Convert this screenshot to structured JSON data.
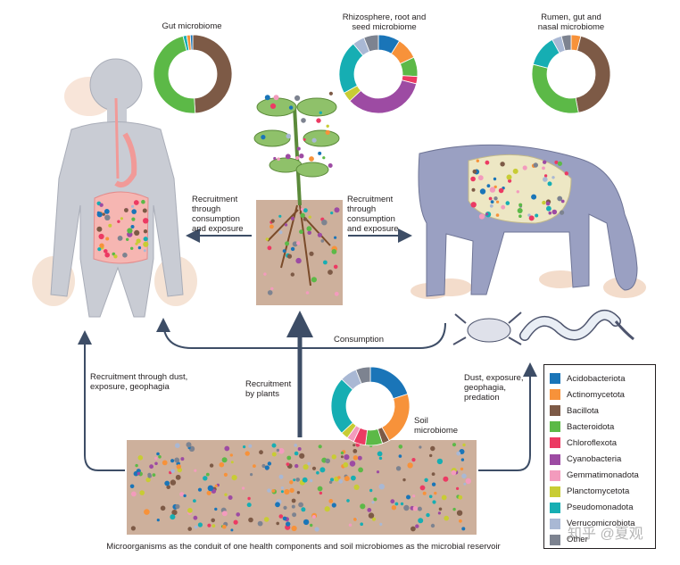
{
  "microbiomes": {
    "gut": "Gut microbiome",
    "rhizosphere": "Rhizosphere, root and\nseed microbiome",
    "rumen": "Rumen, gut and\nnasal microbiome",
    "soil": "Soil\nmicrobiome"
  },
  "arrows": {
    "left_recruit": "Recruitment\nthrough\nconsumption\nand exposure",
    "right_recruit": "Recruitment\nthrough\nconsumption\nand exposure",
    "consumption": "Consumption",
    "dust_human": "Recruitment through dust,\nexposure, geophagia",
    "plants": "Recruitment\nby plants",
    "dust_animal": "Dust, exposure,\ngeophagia,\npredation"
  },
  "legend": [
    {
      "name": "Acidobacteriota",
      "color": "#1a75b8"
    },
    {
      "name": "Actinomycetota",
      "color": "#f7923a"
    },
    {
      "name": "Bacillota",
      "color": "#7d5a46"
    },
    {
      "name": "Bacteroidota",
      "color": "#5cb947"
    },
    {
      "name": "Chloroflexota",
      "color": "#ec3a63"
    },
    {
      "name": "Cyanobacteria",
      "color": "#9d4ba3"
    },
    {
      "name": "Gemmatimonadota",
      "color": "#f39bbd"
    },
    {
      "name": "Planctomycetota",
      "color": "#c8cc34"
    },
    {
      "name": "Pseudomonadota",
      "color": "#16aeb3"
    },
    {
      "name": "Verrucomicrobiota",
      "color": "#a9b8d4"
    },
    {
      "name": "Other",
      "color": "#7d8390"
    }
  ],
  "donuts": {
    "gut": [
      {
        "phylum": "Bacillota",
        "value": 49
      },
      {
        "phylum": "Bacteroidota",
        "value": 47
      },
      {
        "phylum": "Pseudomonadota",
        "value": 1.5
      },
      {
        "phylum": "Actinomycetota",
        "value": 1.5
      },
      {
        "phylum": "Acidobacteriota",
        "value": 1
      }
    ],
    "rhizosphere": [
      {
        "phylum": "Acidobacteriota",
        "value": 9
      },
      {
        "phylum": "Actinomycetota",
        "value": 9
      },
      {
        "phylum": "Bacteroidota",
        "value": 8
      },
      {
        "phylum": "Chloroflexota",
        "value": 3
      },
      {
        "phylum": "Cyanobacteria",
        "value": 34
      },
      {
        "phylum": "Planctomycetota",
        "value": 4
      },
      {
        "phylum": "Pseudomonadota",
        "value": 22
      },
      {
        "phylum": "Verrucomicrobiota",
        "value": 5
      },
      {
        "phylum": "Other",
        "value": 6
      }
    ],
    "rumen": [
      {
        "phylum": "Actinomycetota",
        "value": 4
      },
      {
        "phylum": "Bacillota",
        "value": 43
      },
      {
        "phylum": "Bacteroidota",
        "value": 32
      },
      {
        "phylum": "Pseudomonadota",
        "value": 13
      },
      {
        "phylum": "Verrucomicrobiota",
        "value": 4
      },
      {
        "phylum": "Other",
        "value": 4
      }
    ],
    "soil": [
      {
        "phylum": "Acidobacteriota",
        "value": 20
      },
      {
        "phylum": "Actinomycetota",
        "value": 22
      },
      {
        "phylum": "Bacillota",
        "value": 3
      },
      {
        "phylum": "Bacteroidota",
        "value": 7
      },
      {
        "phylum": "Chloroflexota",
        "value": 5
      },
      {
        "phylum": "Gemmatimonadota",
        "value": 3
      },
      {
        "phylum": "Planctomycetota",
        "value": 3
      },
      {
        "phylum": "Pseudomonadota",
        "value": 24
      },
      {
        "phylum": "Verrucomicrobiota",
        "value": 7
      },
      {
        "phylum": "Other",
        "value": 6
      }
    ]
  },
  "caption": "Microorganisms as the conduit of one health components and soil microbiomes as the microbial reservoir",
  "watermark": "知乎 @夏观"
}
